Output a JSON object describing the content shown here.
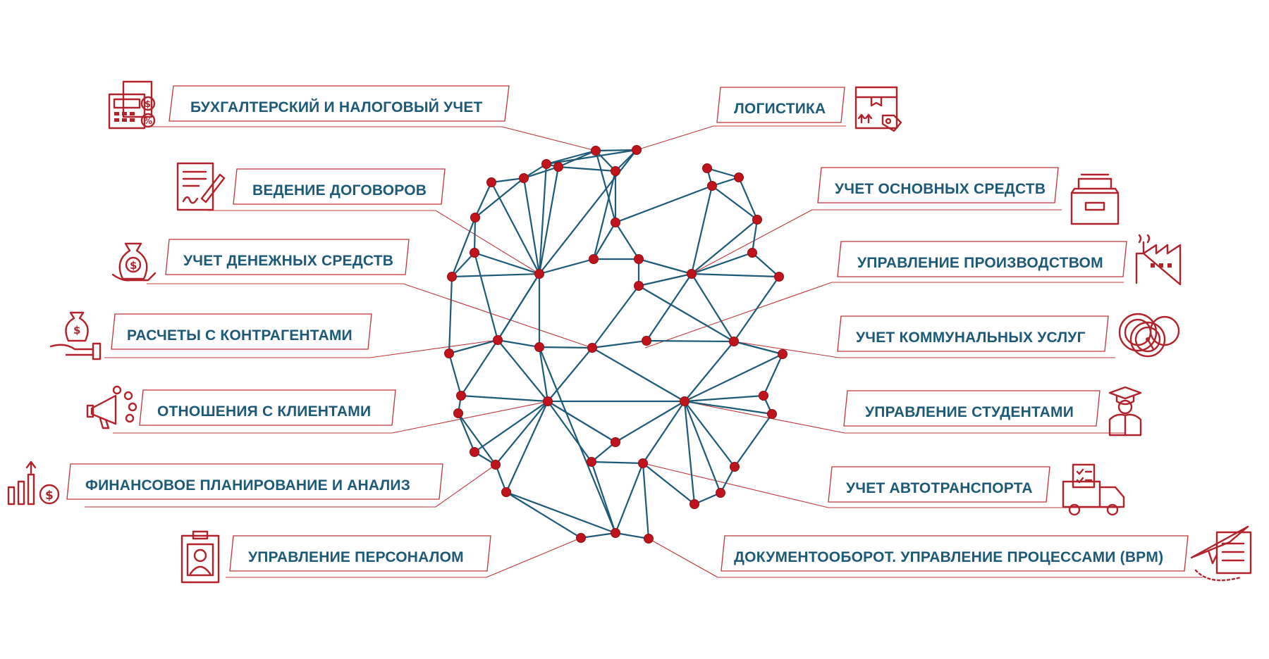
{
  "labels": {
    "accounting": "БУХГАЛТЕРСКИЙ И НАЛОГОВЫЙ УЧЕТ",
    "contracts": "ВЕДЕНИЕ ДОГОВОРОВ",
    "cash": "УЧЕТ ДЕНЕЖНЫХ СРЕДСТВ",
    "counterparties": "РАСЧЕТЫ С КОНТРАГЕНТАМИ",
    "clients": "ОТНОШЕНИЯ С КЛИЕНТАМИ",
    "finance": "ФИНАНСОВОЕ ПЛАНИРОВАНИЕ И АНАЛИЗ",
    "personnel": "УПРАВЛЕНИЕ ПЕРСОНАЛОМ",
    "logistics": "ЛОГИСТИКА",
    "fixed_assets": "УЧЕТ ОСНОВНЫХ СРЕДСТВ",
    "production": "УПРАВЛЕНИЕ ПРОИЗВОДСТВОМ",
    "utilities": "УЧЕТ КОММУНАЛЬНЫХ УСЛУГ",
    "students": "УПРАВЛЕНИЕ СТУДЕНТАМИ",
    "vehicles": "УЧЕТ АВТОТРАНСПОРТА",
    "documents": "ДОКУМЕНТООБОРОТ. УПРАВЛЕНИЕ ПРОЦЕССАМИ (BPM)"
  },
  "icons": {
    "accounting": "calculator-invoice-icon",
    "contracts": "contract-signature-icon",
    "cash": "money-bag-hand-icon",
    "counterparties": "money-bag-payment-icon",
    "clients": "megaphone-feedback-icon",
    "finance": "growth-chart-icon",
    "personnel": "employee-badge-icon",
    "logistics": "package-tag-icon",
    "fixed_assets": "archive-drawer-icon",
    "production": "factory-icon",
    "utilities": "meters-icon",
    "students": "graduate-student-icon",
    "vehicles": "delivery-truck-icon",
    "documents": "paper-plane-document-icon"
  },
  "colors": {
    "accent_red": "#c0343a",
    "node_red": "#c0141c",
    "network_blue": "#1c5a78",
    "text_blue": "#1c5a78"
  }
}
